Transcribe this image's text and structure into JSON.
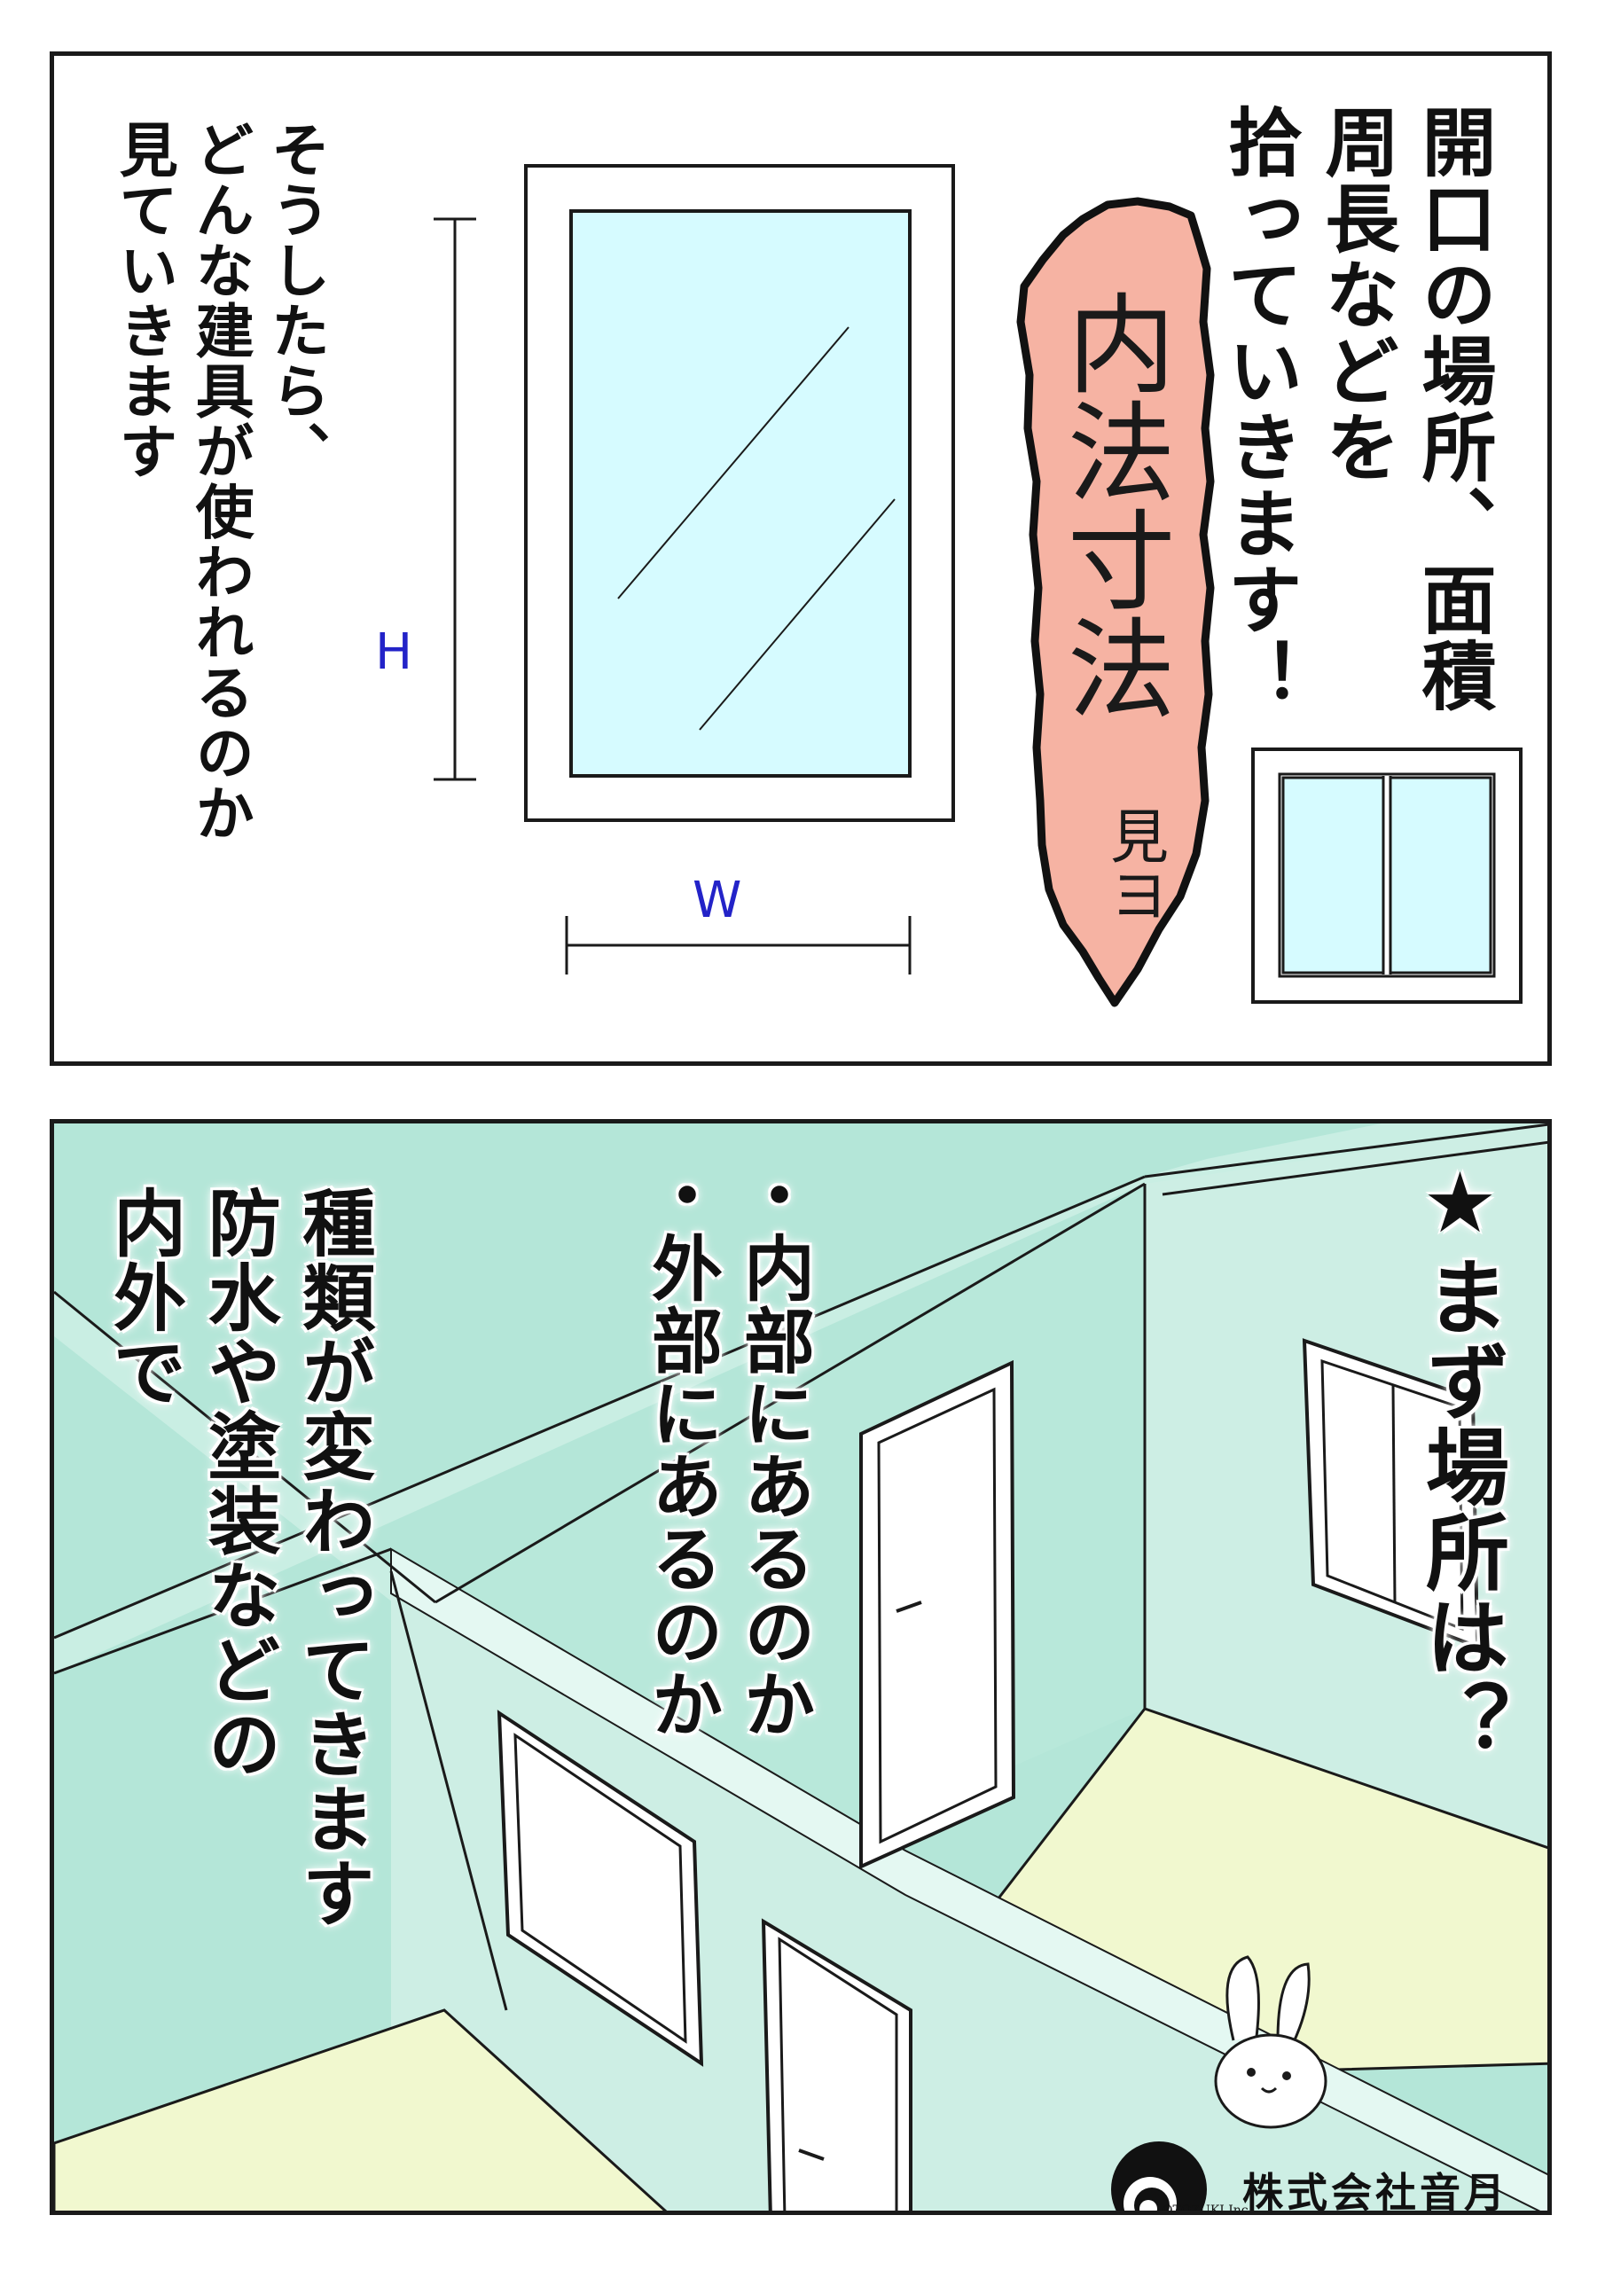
{
  "panel1": {
    "text_right": [
      "開口の場所、面積",
      "周長などを",
      "拾っていきます！"
    ],
    "text_left": [
      "そうしたら、",
      "どんな建具が使われるのか",
      "見ていきます"
    ],
    "bubble_main": "内法寸法",
    "bubble_sub": "見ヨ",
    "dimension_h": "H",
    "dimension_w": "W"
  },
  "panel2": {
    "heading": [
      "★まず場所は？"
    ],
    "bullets": [
      "・外部にあるのか",
      "・内部にあるのか"
    ],
    "note": [
      "内外で",
      "防水や塗装などの",
      "種類が変わってきます"
    ]
  },
  "logo": {
    "company_jp": "株式会社音月",
    "company_en": "OTOZUKI Inc."
  },
  "colors": {
    "glass": "#d6fbff",
    "bubble": "#f6b3a3",
    "wall": "#b4e6d8",
    "floor": "#f1f8cf",
    "dimension": "#2323c8"
  }
}
